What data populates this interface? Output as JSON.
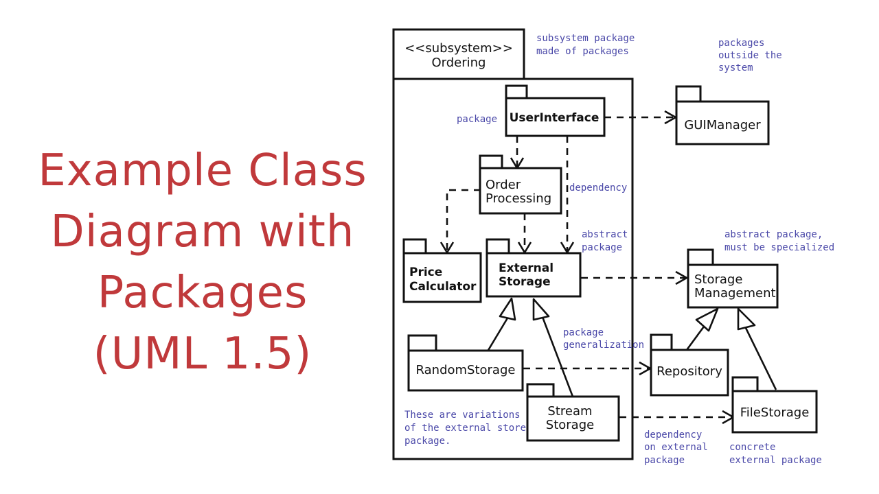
{
  "title": {
    "lines": [
      "Example Class",
      "Diagram with",
      "Packages",
      "(UML 1.5)"
    ],
    "color": "#c0393b"
  },
  "colors": {
    "note": "#4a48a8",
    "stroke": "#111111",
    "title": "#c0393b"
  },
  "subsystem": {
    "stereotype": "<<subsystem>>",
    "name": "Ordering"
  },
  "packages": {
    "user_interface": "UserInterface",
    "order_processing": [
      "Order",
      "Processing"
    ],
    "price_calculator": [
      "Price",
      "Calculator"
    ],
    "external_storage": [
      "External",
      "Storage"
    ],
    "random_storage": "RandomStorage",
    "stream_storage": [
      "Stream",
      "Storage"
    ],
    "gui_manager": "GUIManager",
    "storage_management": [
      "Storage",
      "Management"
    ],
    "repository": "Repository",
    "file_storage": "FileStorage"
  },
  "notes": {
    "subsystem_package": [
      "subsystem package",
      "made of packages"
    ],
    "outside_system": [
      "packages",
      "outside the",
      "system"
    ],
    "package": "package",
    "dependency": "dependency",
    "abstract_package": [
      "abstract",
      "package"
    ],
    "abstract_specialized": [
      "abstract package,",
      "must be specialized"
    ],
    "package_generalization": [
      "package",
      "generalization"
    ],
    "variations": [
      "These are variations",
      "of the external store",
      "package."
    ],
    "dependency_external": [
      "dependency",
      "on external",
      "package"
    ],
    "concrete_external": [
      "concrete",
      "external package"
    ]
  }
}
